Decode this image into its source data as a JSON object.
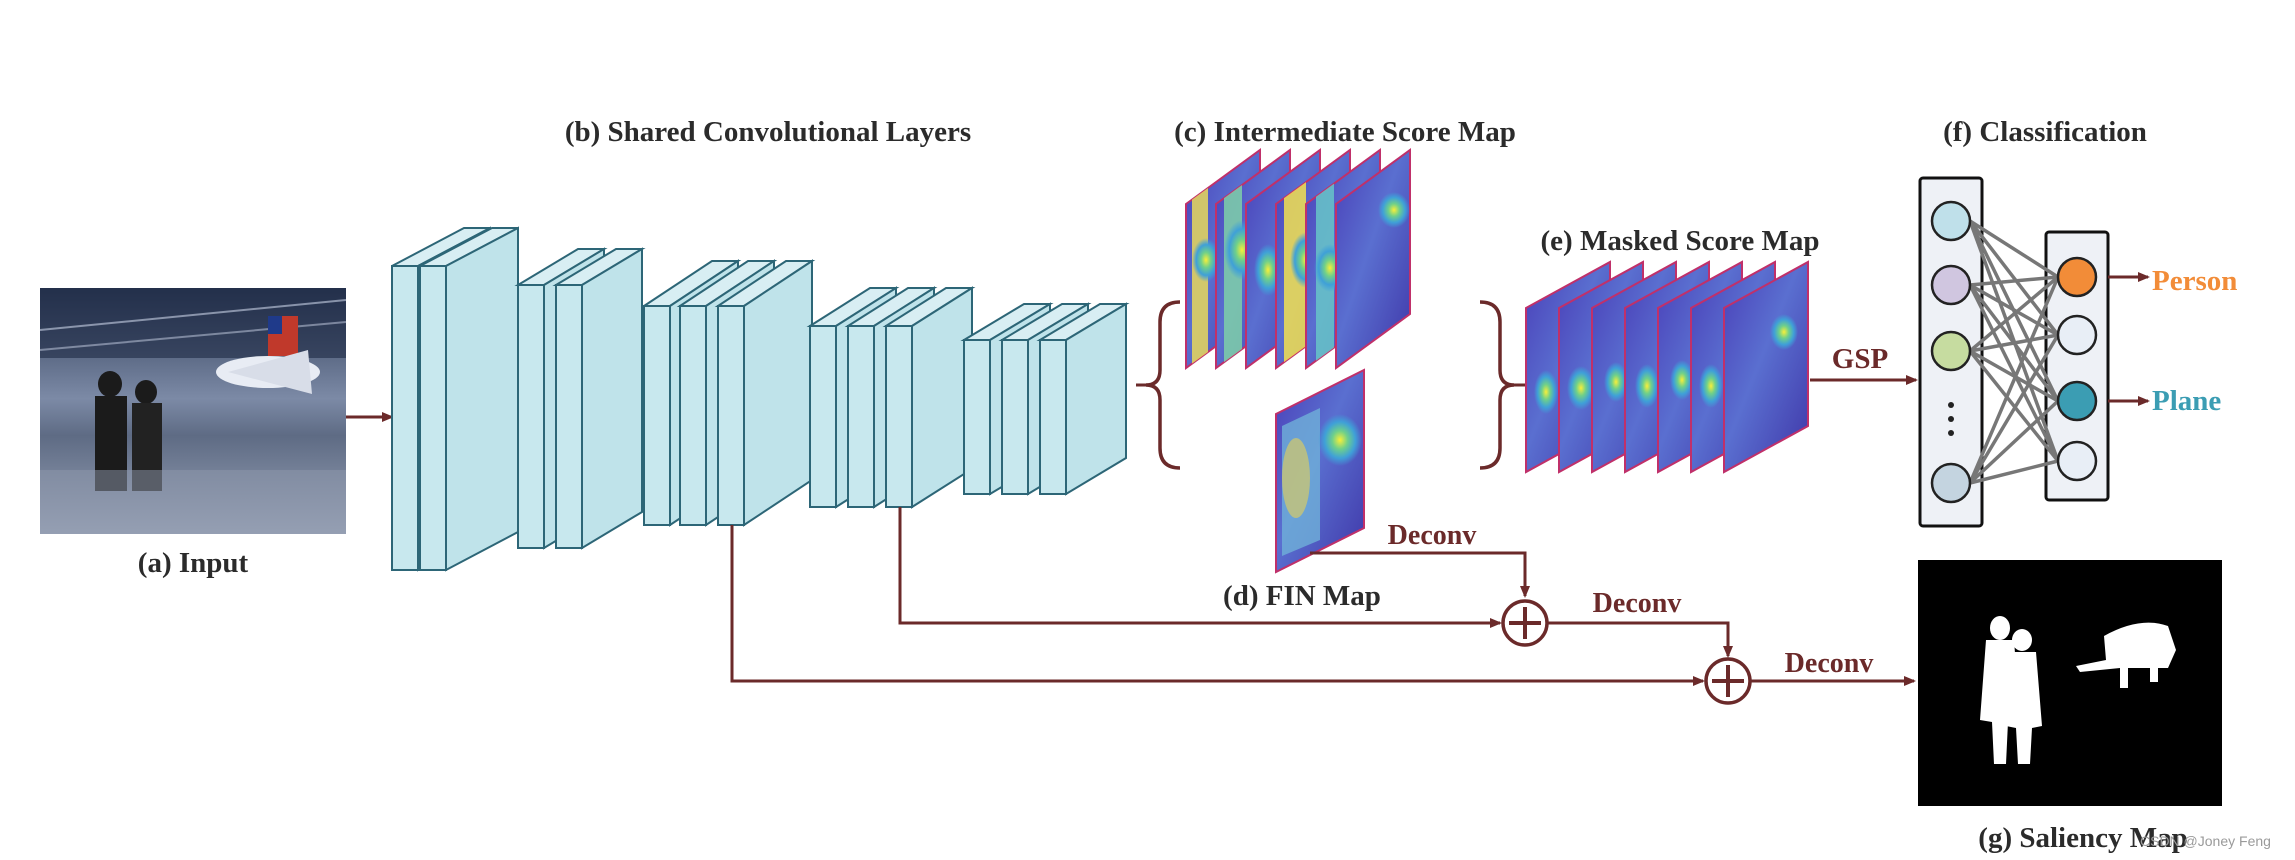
{
  "labels": {
    "input": "(a) Input",
    "shared_conv": "(b) Shared Convolutional Layers",
    "intermediate": "(c) Intermediate Score Map",
    "fin_map": "(d) FIN Map",
    "masked": "(e) Masked Score Map",
    "classification": "(f) Classification",
    "saliency": "(g) Saliency Map"
  },
  "edges": {
    "deconv_1": "Deconv",
    "deconv_2": "Deconv",
    "deconv_3": "Deconv",
    "gsp": "GSP"
  },
  "classes": {
    "person": "Person",
    "plane": "Plane"
  },
  "watermark": "CSDN @Joney Feng",
  "colors": {
    "arrow": "#6b2a2a",
    "layer_face": "#bfe3ea",
    "layer_edge": "#2d6677",
    "person": "#f28c38",
    "plane": "#3b9db3"
  }
}
